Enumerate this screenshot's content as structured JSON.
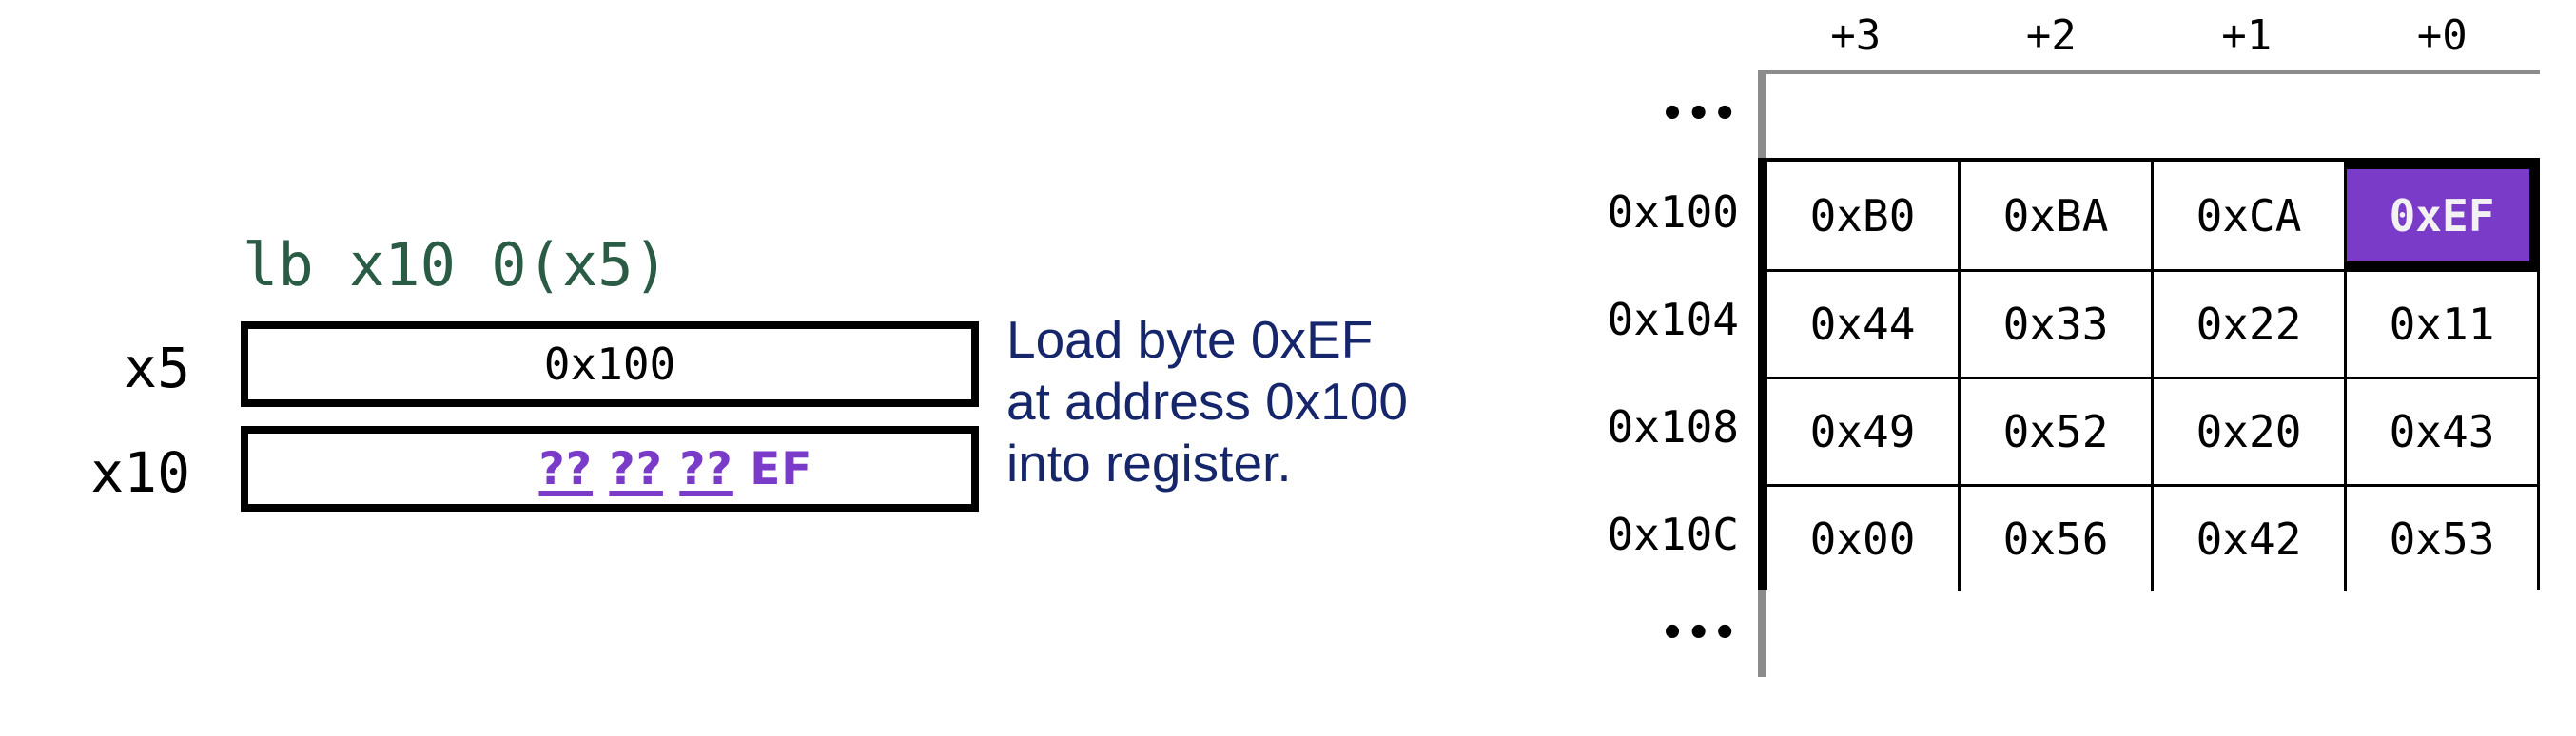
{
  "instruction": {
    "text": "lb x10 0(x5)",
    "color": "#2a5b44"
  },
  "registers": [
    {
      "name": "x5",
      "label": "x5",
      "value": "0x100",
      "kind": "address"
    },
    {
      "name": "x10",
      "label": "x10",
      "kind": "bytes",
      "bytes": [
        "??",
        "??",
        "??",
        "EF"
      ],
      "unknown_marker": "??",
      "known_byte": "EF",
      "byte_color": "#7b3bc9"
    }
  ],
  "description": {
    "text": "Load byte 0xEF\nat address 0x100\ninto register.",
    "color": "#16266b"
  },
  "memory": {
    "column_headers": [
      "+3",
      "+2",
      "+1",
      "+0"
    ],
    "ellipsis_top": "•••",
    "ellipsis_bottom": "•••",
    "highlight_color": "#7b3bc9",
    "highlight_text_color": "#f2f2f2",
    "rows": [
      {
        "address": "0x100",
        "cells": [
          "0xB0",
          "0xBA",
          "0xCA",
          "0xEF"
        ],
        "highlight_index": 3
      },
      {
        "address": "0x104",
        "cells": [
          "0x44",
          "0x33",
          "0x22",
          "0x11"
        ],
        "highlight_index": -1
      },
      {
        "address": "0x108",
        "cells": [
          "0x49",
          "0x52",
          "0x20",
          "0x43"
        ],
        "highlight_index": -1
      },
      {
        "address": "0x10C",
        "cells": [
          "0x00",
          "0x56",
          "0x42",
          "0x53"
        ],
        "highlight_index": -1
      }
    ]
  }
}
